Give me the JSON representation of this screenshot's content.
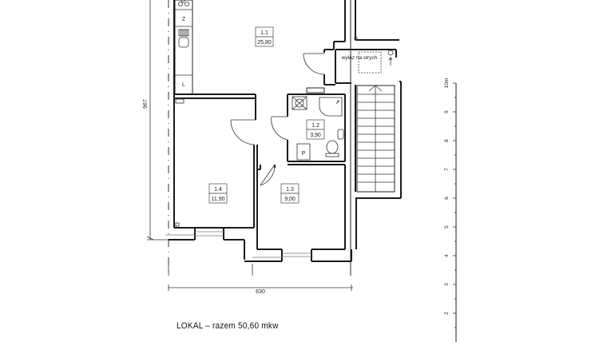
{
  "plan": {
    "rooms": [
      {
        "id": "1.1",
        "area": "25,80"
      },
      {
        "id": "1.2",
        "area": "3,90"
      },
      {
        "id": "1.3",
        "area": "9,00"
      },
      {
        "id": "1.4",
        "area": "11,90"
      }
    ],
    "fixtures": {
      "fridge_label": "Z",
      "kitchen_unit_label": "L",
      "washer_label": "P",
      "attic_exit_label": "wyłaz na strych"
    },
    "dimensions": {
      "width": "630",
      "height": "967"
    },
    "total_label": "LOKAL – razem 50,60 mkw"
  },
  "scale_bar": {
    "unit_label": "10m",
    "ticks": [
      "9",
      "8",
      "7",
      "6",
      "5",
      "4",
      "3",
      "2"
    ]
  }
}
